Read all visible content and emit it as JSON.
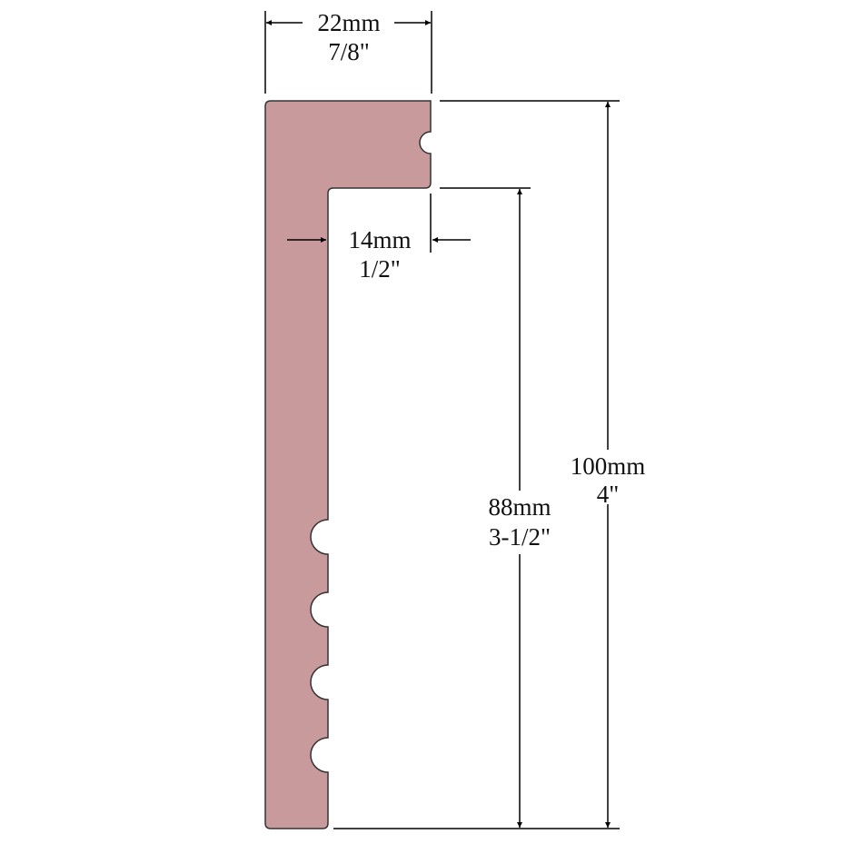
{
  "colors": {
    "profile_fill": "#c99a9b",
    "profile_stroke": "#333333",
    "dimension_line": "#000000",
    "background": "#ffffff"
  },
  "dimensions": {
    "top_width": {
      "metric": "22mm",
      "imperial": "7/8\""
    },
    "wall_thickness": {
      "metric": "14mm",
      "imperial": "1/2\""
    },
    "inner_height": {
      "metric": "88mm",
      "imperial": "3-1/2\""
    },
    "total_height": {
      "metric": "100mm",
      "imperial": "4\""
    }
  }
}
